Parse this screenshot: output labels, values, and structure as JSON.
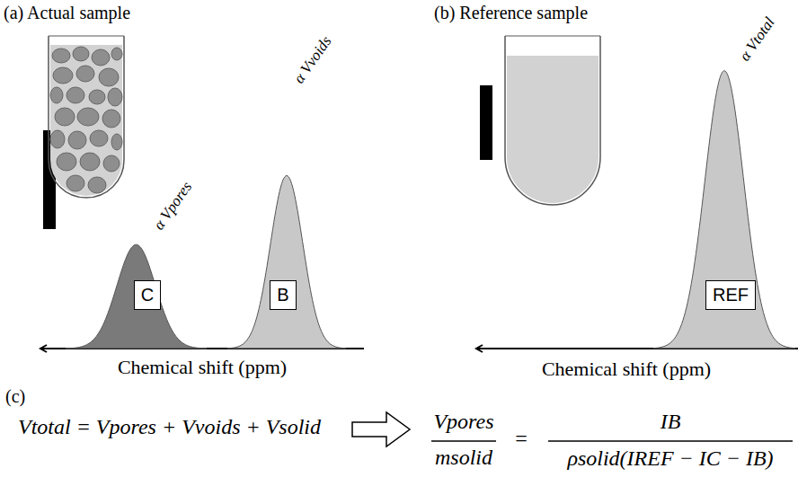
{
  "diagram": {
    "nodes": [
      {
        "text": [
          "C",
          "α Vpores"
        ]
      },
      {
        "text": [
          "B",
          "α Vvoids"
        ]
      },
      {
        "text": [
          "REF",
          "α Vtotal"
        ]
      }
    ],
    "labels": [
      "(a)  Actual sample",
      "(b) Reference sample",
      "Chemical shift (ppm)",
      "Chemical shift (ppm)",
      "(c)",
      "Vtotal = Vpores + Vvoids + Vsolid",
      "Vpores",
      "msolid",
      "=",
      "IB",
      "ρsolid(IREF − IC − IB)"
    ]
  }
}
